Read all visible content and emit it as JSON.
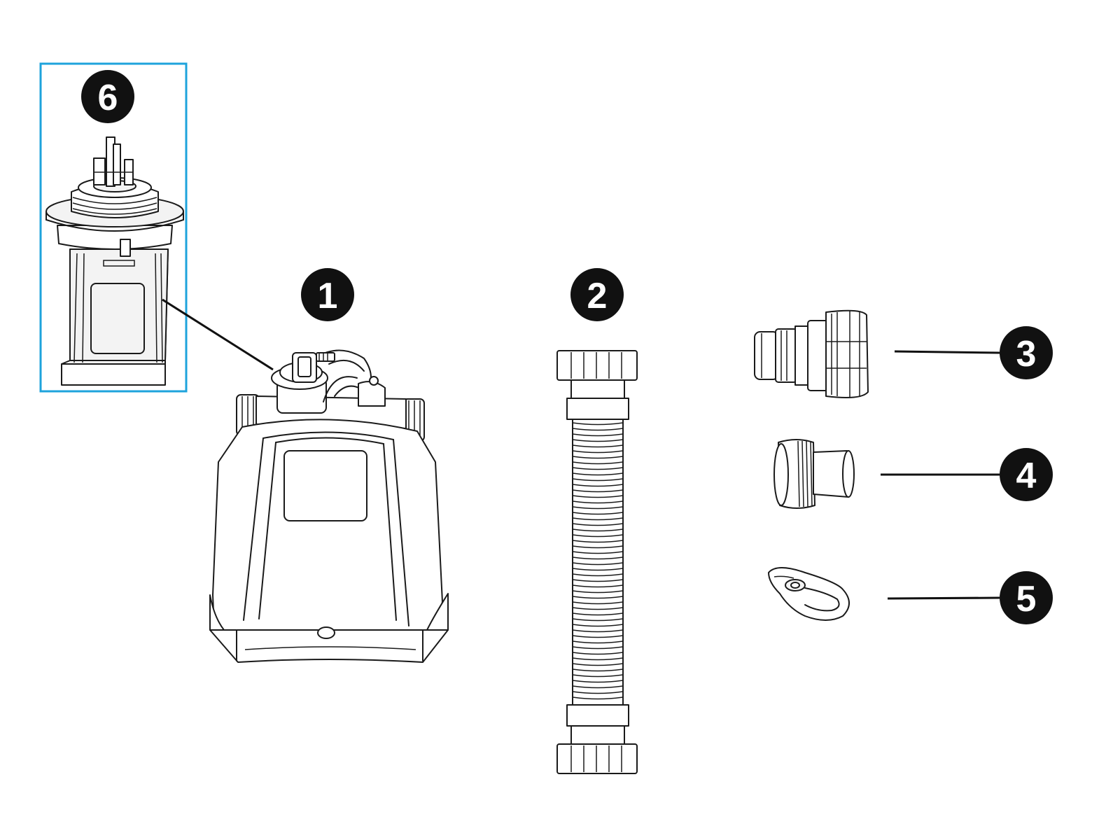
{
  "figure": {
    "callouts": [
      {
        "id": "1",
        "label": "1"
      },
      {
        "id": "2",
        "label": "2"
      },
      {
        "id": "3",
        "label": "3"
      },
      {
        "id": "4",
        "label": "4"
      },
      {
        "id": "5",
        "label": "5"
      },
      {
        "id": "6",
        "label": "6"
      }
    ],
    "colors": {
      "badge": "#111111",
      "highlight_frame": "#1ea3dc",
      "line_art": "#1a1a1a"
    },
    "parts": [
      {
        "callout": "1",
        "icon": "pump-unit-icon"
      },
      {
        "callout": "2",
        "icon": "corrugated-hose-icon"
      },
      {
        "callout": "3",
        "icon": "hose-adapter-nut-icon"
      },
      {
        "callout": "4",
        "icon": "threaded-adapter-icon"
      },
      {
        "callout": "5",
        "icon": "hose-clamp-icon"
      },
      {
        "callout": "6",
        "icon": "filter-cartridge-icon"
      }
    ]
  }
}
